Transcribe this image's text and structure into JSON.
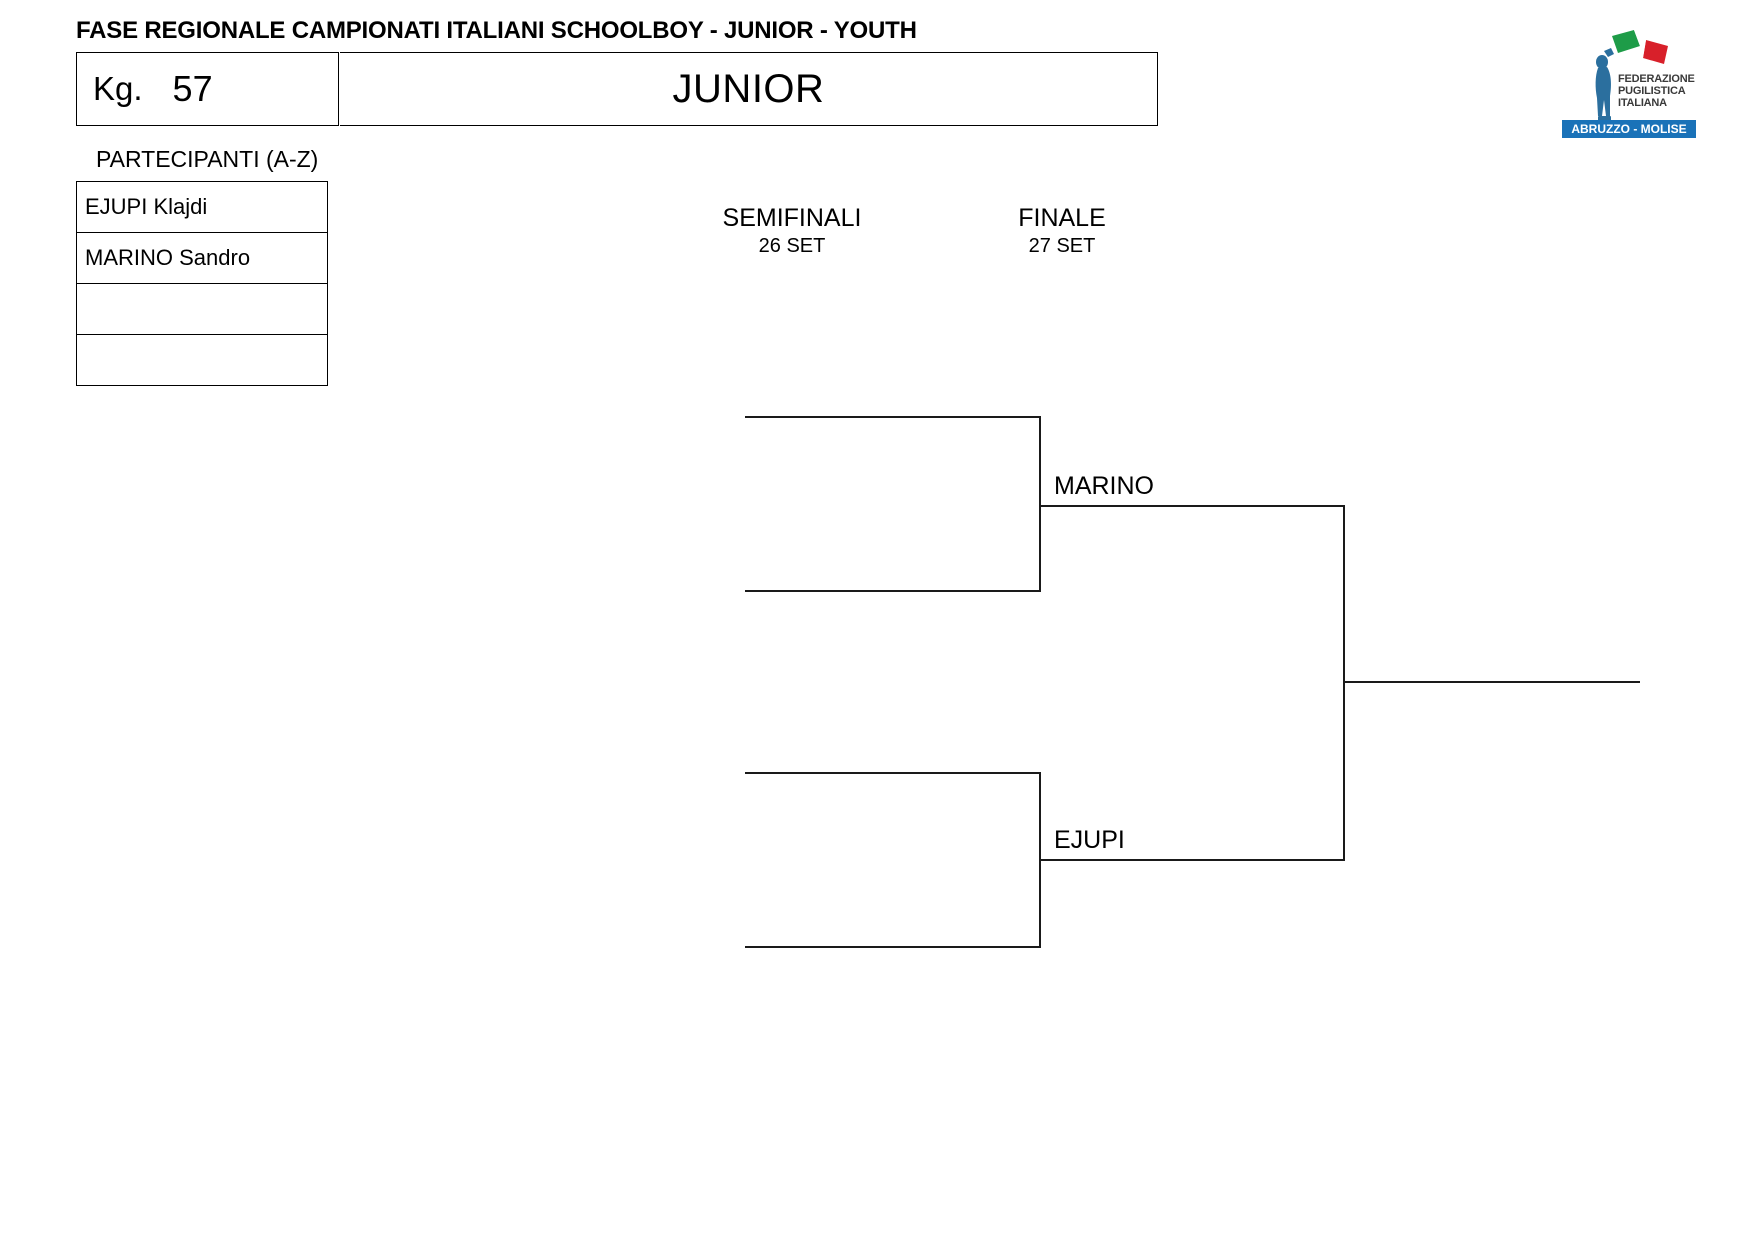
{
  "document": {
    "title": "FASE REGIONALE CAMPIONATI ITALIANI SCHOOLBOY - JUNIOR - YOUTH",
    "weight_label": "Kg.",
    "weight_value": "57",
    "category": "JUNIOR"
  },
  "participants": {
    "heading": "PARTECIPANTI (A-Z)",
    "rows": [
      {
        "name": "EJUPI Klajdi"
      },
      {
        "name": "MARINO Sandro"
      },
      {
        "name": ""
      },
      {
        "name": ""
      }
    ]
  },
  "bracket": {
    "rounds": [
      {
        "name": "SEMIFINALI",
        "sets": "26 SET"
      },
      {
        "name": "FINALE",
        "sets": "27 SET"
      }
    ],
    "slots": [
      {
        "id": "semifinal-winner-1",
        "name": "MARINO"
      },
      {
        "id": "semifinal-winner-2",
        "name": "EJUPI"
      }
    ]
  },
  "logo": {
    "federation_line_1": "FEDERAZIONE",
    "federation_line_2": "PUGILISTICA",
    "federation_line_3": "ITALIANA",
    "region_banner": "ABRUZZO - MOLISE",
    "colors": {
      "banner_blue": "#1a72b8",
      "figure_blue": "#2b6f9e",
      "flag_green": "#1e9c48",
      "flag_red": "#d8202a"
    }
  }
}
